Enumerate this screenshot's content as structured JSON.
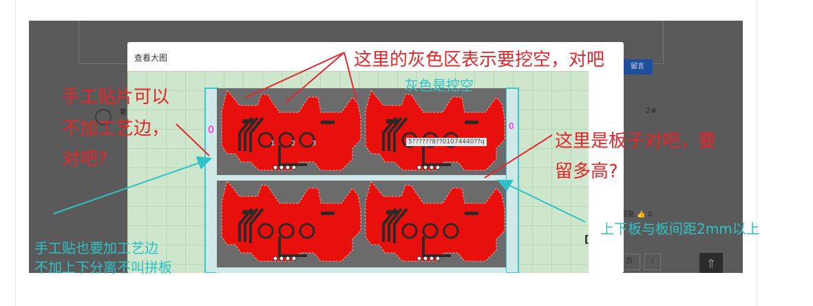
{
  "background_page": {
    "reply_button_label": "留言",
    "floor_number": "2#",
    "reply_text": "回复 👍 0",
    "page_button": "页",
    "page_button_2": "!",
    "username_fragment": "曹",
    "back_to_top_icon": "arrow-up-icon"
  },
  "modal": {
    "title": "查看大图"
  },
  "pcb": {
    "pad_labels": [
      "1",
      "2",
      "3"
    ],
    "overlay_id_text": "5??????8??01074440??q",
    "fiducial_mark": "0"
  },
  "annotations": {
    "top_red": "这里的灰色区表示要挖空，对吧",
    "top_cyan": "灰色是挖空",
    "left_red_line1": "手工贴片可以",
    "left_red_line2": "不加工艺边，",
    "left_red_line3": "对吧?",
    "right_red_line1": "这里是板子对吧，要",
    "right_red_line2": "留多高?",
    "right_cyan": "上下板与板间距2mm以上",
    "bottom_cyan_line1": "手工贴也要加工艺边",
    "bottom_cyan_line2": "不加上下分离不叫拼板"
  },
  "colors": {
    "red_annotation": "#e8252a",
    "cyan_annotation": "#2ec2c6",
    "pcb_copper": "#e8100c",
    "pcb_cutout": "#6b6b6b",
    "rail": "#35c7cf",
    "overlay": "#5a5a5a"
  }
}
